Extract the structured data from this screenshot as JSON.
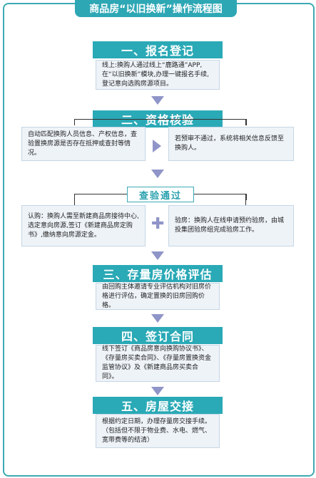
{
  "title": "商品房“以旧换新”操作流程图",
  "step1": {
    "banner": "一、报名登记",
    "text": "线上:换购人通过线上“鹿路通”APP,在“以旧换新”模块,办理一键报名手续,登记意向选购房源项目。"
  },
  "step2": {
    "banner": "二、资格核验",
    "left_text": "自动匹配换购人员信息、产权信息，查验置换房源是否存在抵押或查封等情况。",
    "right_text": "若预审不通过，系统将相关信息反馈至换购人。"
  },
  "verify": {
    "label": "查验通过",
    "left_text": "认购：换购人需至新建商品房接待中心,选定意向房源,签订《新建商品房定购书》,缴纳意向房源定金。",
    "right_text": "验房：换购人在线申请预约验房，由城投集团验房组完成验房工作。"
  },
  "step3": {
    "banner": "三、存量房价格评估",
    "text": "由回购主体邀请专业评估机构对旧房价格进行评估，确定置换的旧房回购价格。"
  },
  "step4": {
    "banner": "四、签订合同",
    "text": "线下签订《商品房意向换购协议书》、《存量房买卖合同》、《存量房置换资金监管协议》及《新建商品房买卖合同》。"
  },
  "step5": {
    "banner": "五、房屋交接",
    "text": "根据约定日期，办理存量房交接手续。（包括但不限于物业费、水电、燃气、宽带费等的结清）"
  }
}
